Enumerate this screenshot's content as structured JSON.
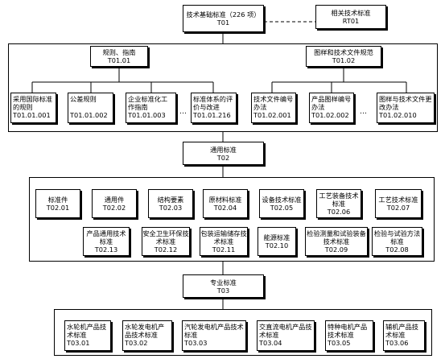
{
  "top": {
    "basic": {
      "title": "技术基础标准（226 项）",
      "code": "T01"
    },
    "related": {
      "title": "相关技术标准",
      "code": "RT01"
    }
  },
  "level2": {
    "rules": {
      "title": "规则、指南",
      "code": "T01.01"
    },
    "drawing": {
      "title": "图样和技术文件规范",
      "code": "T01.02"
    }
  },
  "level3_rules": [
    {
      "title": "采用国际标准的规则",
      "code": "T01.01.001"
    },
    {
      "title": "公差规则",
      "code": "T01.01.002"
    },
    {
      "title": "企业标准化工作指南",
      "code": "T01.01.003"
    },
    {
      "title": "标准体系的评价与改进",
      "code": "T01.01.216"
    }
  ],
  "level3_drawing": [
    {
      "title": "技术文件编号办法",
      "code": "T01.02.001"
    },
    {
      "title": "产品图样编号办法",
      "code": "T01.02.002"
    },
    {
      "title": "图样与技术文件更改办法",
      "code": "T01.02.010"
    }
  ],
  "ellipsis": "…",
  "general": {
    "title": "通用标准",
    "code": "T02"
  },
  "general_row1": [
    {
      "title": "标准件",
      "code": "T02.01"
    },
    {
      "title": "通用件",
      "code": "T02.02"
    },
    {
      "title": "结构要素",
      "code": "T02.03"
    },
    {
      "title": "原材料标准",
      "code": "T02.04"
    },
    {
      "title": "设备技术标准",
      "code": "T02.05"
    },
    {
      "title": "工艺装备技术标准",
      "code": "T02.06"
    },
    {
      "title": "工艺技术标准",
      "code": "T02.07"
    }
  ],
  "general_row2": [
    {
      "title": "产品通用技术标准",
      "code": "T02.13"
    },
    {
      "title": "安全卫生环保技术标准",
      "code": "T02.12"
    },
    {
      "title": "包装运输储存技术标准",
      "code": "T02.11"
    },
    {
      "title": "能源标准",
      "code": "T02.10"
    },
    {
      "title": "检验测量和试验装备技术标准",
      "code": "T02.09"
    },
    {
      "title": "检验与试验方法标准",
      "code": "T02.08"
    }
  ],
  "special": {
    "title": "专业标准",
    "code": "T03"
  },
  "special_row": [
    {
      "title": "水轮机产品技术标准",
      "code": "T03.01"
    },
    {
      "title": "水轮发电机产品技术标准",
      "code": "T03.02"
    },
    {
      "title": "汽轮发电机产品技术标准",
      "code": "T03.03"
    },
    {
      "title": "交直流电机产品技术标准",
      "code": "T03.04"
    },
    {
      "title": "特种电机产品技术标准",
      "code": "T03.05"
    },
    {
      "title": "辅机产品技术标准",
      "code": "T03.06"
    }
  ]
}
